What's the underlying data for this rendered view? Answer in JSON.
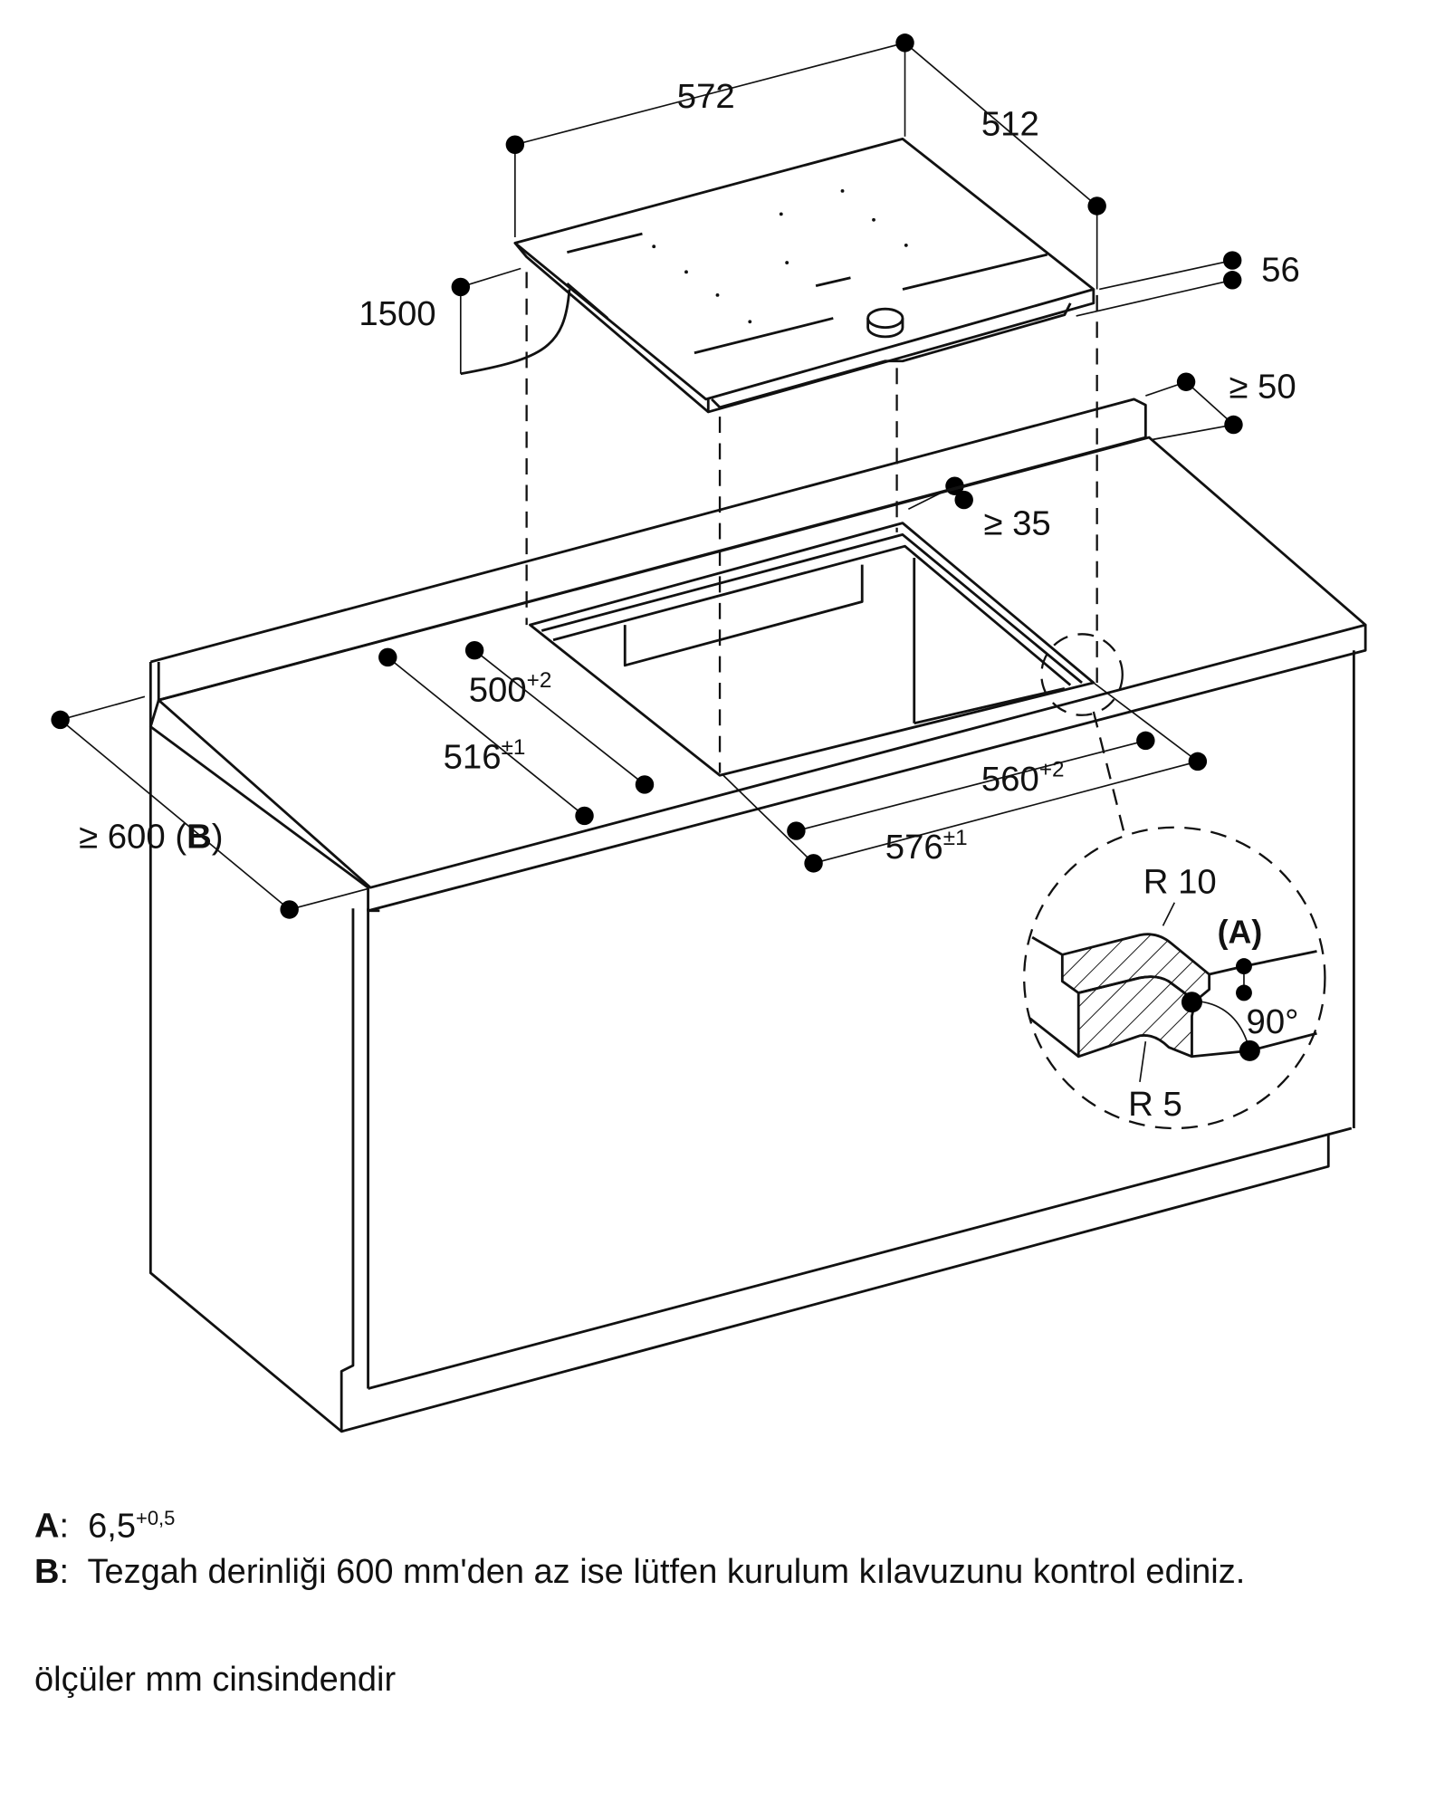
{
  "dimensions": {
    "hob_width": "572",
    "hob_depth": "512",
    "hob_height": "56",
    "cable_length": "1500",
    "rear_clearance": "≥ 50",
    "cutout_rear_gap": "≥ 35",
    "cutout_depth": "500",
    "cutout_depth_tol": "+2",
    "rebate_depth": "516",
    "rebate_depth_tol": "±1",
    "cutout_width": "560",
    "cutout_width_tol": "+2",
    "rebate_width": "576",
    "rebate_width_tol": "±1",
    "worktop_depth": "≥ 600 (",
    "worktop_depth_ref": "B",
    "worktop_depth_close": ")"
  },
  "detail": {
    "radius_top": "R 10",
    "radius_bottom": "R 5",
    "ref_a": "(A)",
    "angle": "90°"
  },
  "notes": {
    "a_label": "A",
    "a_value": "6,5",
    "a_tol": "+0,5",
    "b_label": "B",
    "b_text": "Tezgah derinliği 600 mm'den az ise lütfen kurulum kılavuzunu kontrol ediniz.",
    "units": "ölçüler mm cinsindendir"
  }
}
